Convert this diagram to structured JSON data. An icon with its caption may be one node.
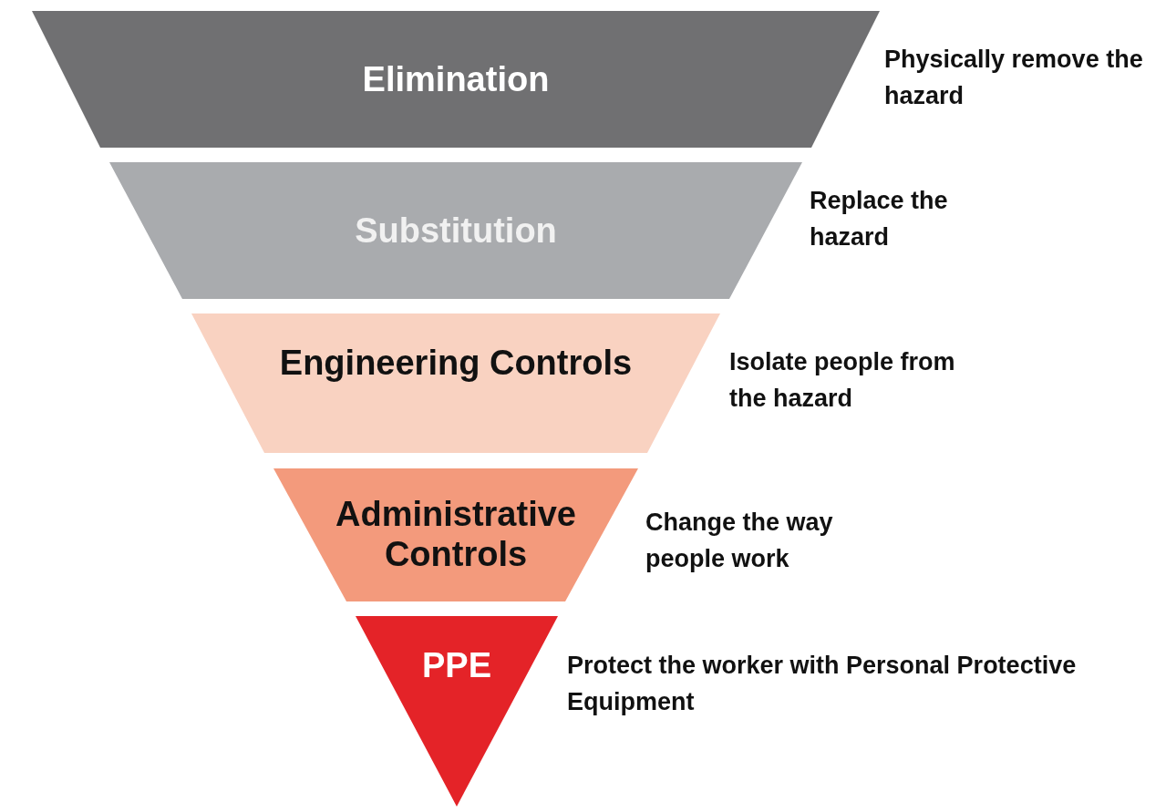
{
  "diagram": {
    "nodes": [
      {
        "text": [
          "Elimination"
        ],
        "beside": [
          "Physically remove the hazard"
        ]
      },
      {
        "text": [
          "Substitution"
        ],
        "beside": [
          "Replace the hazard"
        ]
      },
      {
        "text": [
          "Engineering Controls"
        ],
        "beside": [
          "Isolate people from the hazard"
        ]
      },
      {
        "text": [
          "Administrative Controls"
        ],
        "beside": [
          "Change the way people work"
        ]
      },
      {
        "text": [
          "PPE"
        ],
        "beside": [
          "Protect the worker with Personal Protective Equipment"
        ]
      }
    ],
    "edges": []
  }
}
